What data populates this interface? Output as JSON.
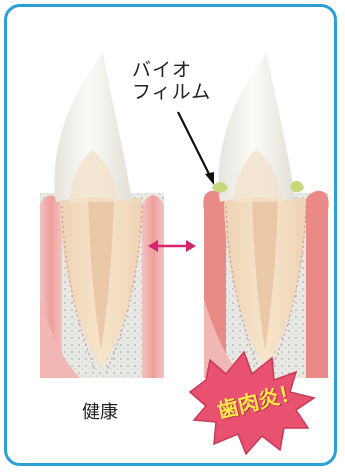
{
  "labels": {
    "biofilm_line1": "バイオ",
    "biofilm_line2": "フィルム",
    "healthy": "健康",
    "gingivitis": "歯肉炎！"
  },
  "colors": {
    "frame": "#2a9fd8",
    "arrow": "#d6246e",
    "burst": "#e8516f",
    "burst_text": "#ffe94a",
    "enamel": "#f4f3ee",
    "dentin": "#f2ddc0",
    "pulp": "#e3b390",
    "gum": "#eeaaa8",
    "gum_swollen": "#e06f6c",
    "bone": "#e3e4e1",
    "biofilm": "#c7d77a"
  }
}
